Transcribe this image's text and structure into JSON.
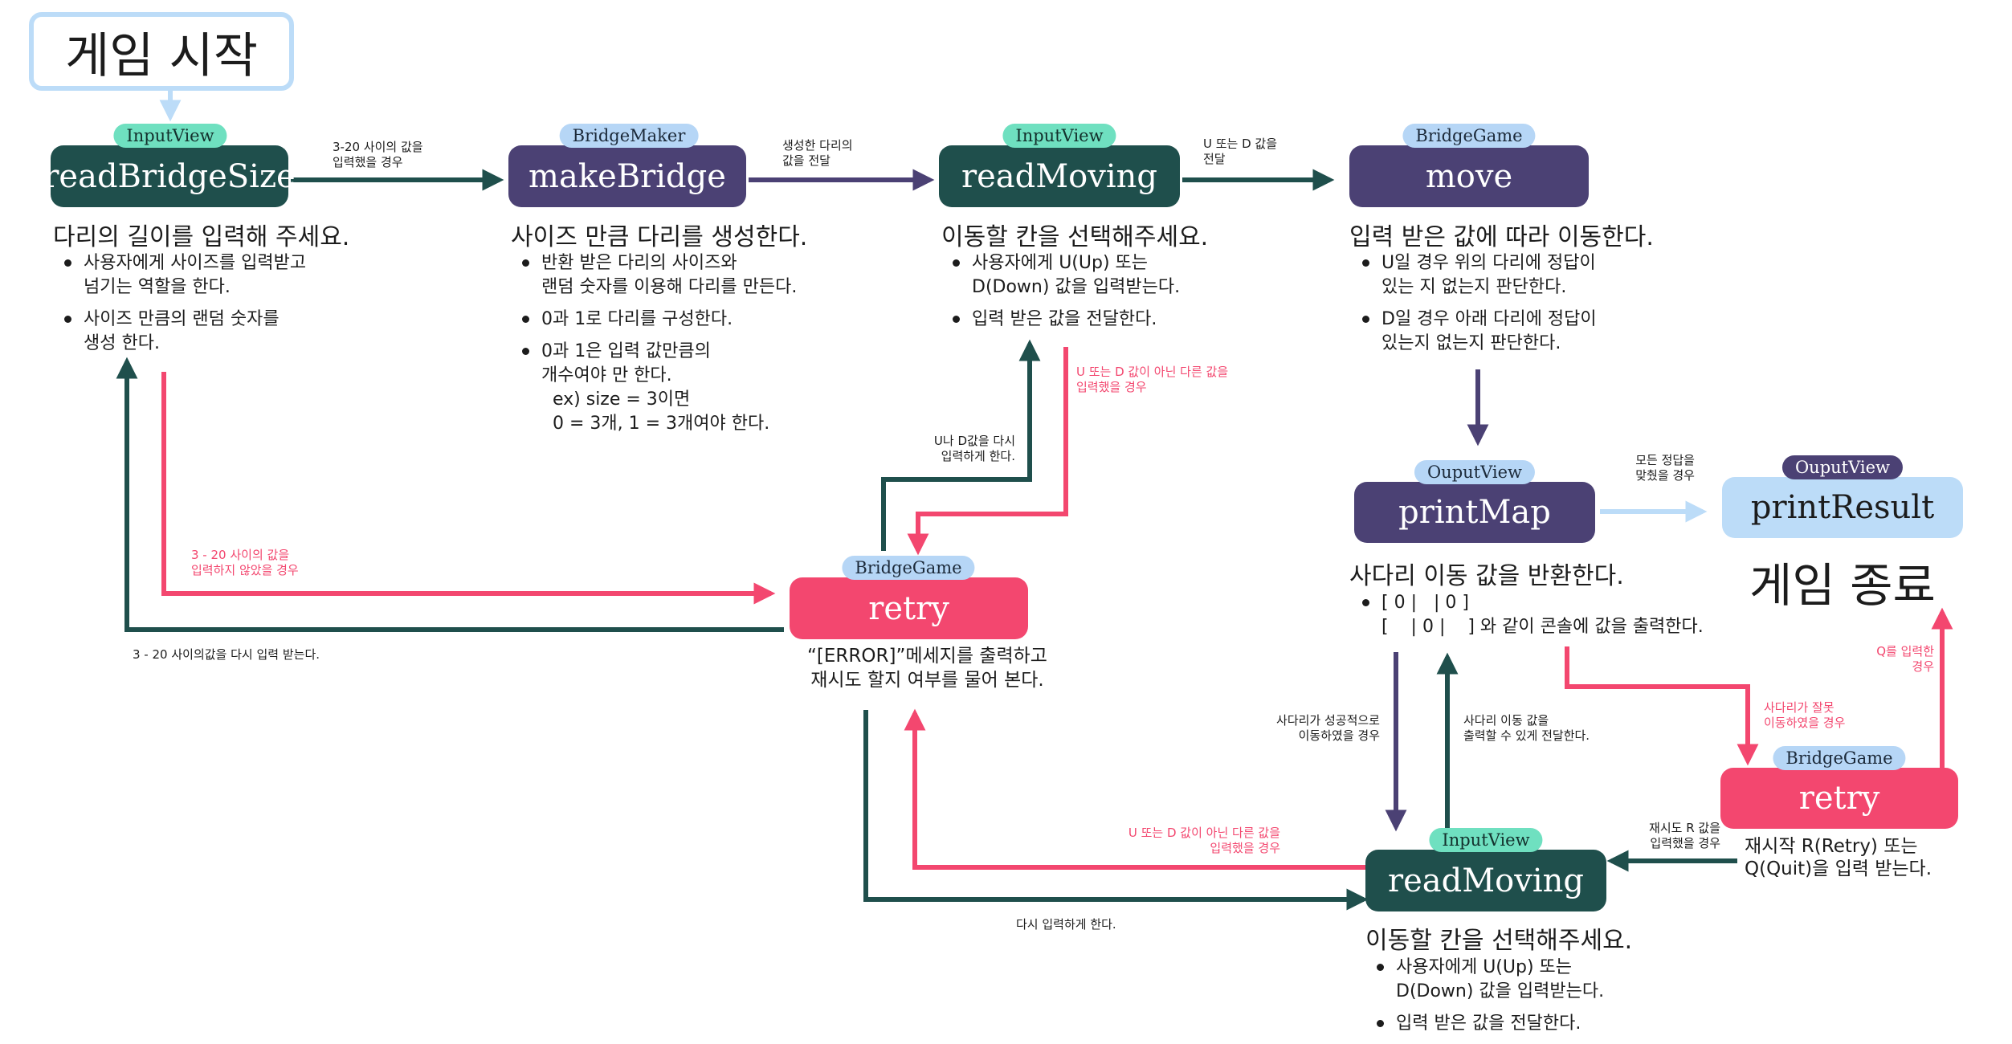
{
  "start_label": "게임 시작",
  "end_label": "게임 종료",
  "nodes": {
    "read_bridge_size": {
      "tag": "InputView",
      "label": "readBridgeSize",
      "desc": "다리의 길이를 입력해 주세요.",
      "bullets": [
        "사용자에게 사이즈를 입력받고\n넘기는 역할을 한다.",
        "사이즈 만큼의 랜덤 숫자를\n생성 한다."
      ]
    },
    "make_bridge": {
      "tag": "BridgeMaker",
      "label": "makeBridge",
      "desc": "사이즈 만큼 다리를 생성한다.",
      "bullets": [
        "반환 받은 다리의 사이즈와\n랜덤 숫자를 이용해 다리를 만든다.",
        "0과 1로 다리를 구성한다.",
        "0과 1은 입력 값만큼의\n개수여야 만 한다.\n  ex) size = 3이면\n  0 = 3개, 1 = 3개여야 한다."
      ]
    },
    "read_moving": {
      "tag": "InputView",
      "label": "readMoving",
      "desc": "이동할 칸을 선택해주세요.",
      "bullets": [
        "사용자에게 U(Up) 또는\nD(Down) 값을 입력받는다.",
        "입력 받은 값을 전달한다."
      ]
    },
    "move": {
      "tag": "BridgeGame",
      "label": "move",
      "desc": "입력 받은 값에 따라 이동한다.",
      "bullets": [
        "U일 경우 위의 다리에 정답이\n있는 지 없는지 판단한다.",
        "D일 경우 아래 다리에 정답이\n있는지 없는지 판단한다."
      ]
    },
    "retry_left": {
      "tag": "BridgeGame",
      "label": "retry",
      "desc": "“[ERROR]”메세지를 출력하고\n재시도 할지 여부를 물어 본다."
    },
    "print_map": {
      "tag": "OuputView",
      "label": "printMap",
      "desc": "사다리 이동 값을 반환한다.",
      "bullets": [
        "[ 0 |   | 0 ]\n[    | 0 |    ] 와 같이 콘솔에 값을 출력한다."
      ]
    },
    "print_result": {
      "tag": "OuputView",
      "label": "printResult"
    },
    "retry_right": {
      "tag": "BridgeGame",
      "label": "retry",
      "desc": "재시작 R(Retry) 또는\nQ(Quit)을 입력 받는다."
    },
    "read_moving_2": {
      "tag": "InputView",
      "label": "readMoving",
      "desc": "이동할 칸을 선택해주세요.",
      "bullets": [
        "사용자에게 U(Up) 또는\nD(Down) 값을 입력받는다.",
        "입력 받은 값을 전달한다."
      ]
    }
  },
  "edge_labels": {
    "size_ok": "3-20 사이의 값을\n입력했을 경우",
    "bridge_made": "생성한 다리의\n값을 전달",
    "ud_pass": "U 또는 D 값을\n전달",
    "size_fail": "3 - 20 사이의 값을\n입력하지 않았을 경우",
    "size_again": "3 - 20 사이의값을 다시 입력 받는다.",
    "ud_again": "U나 D값을 다시\n입력하게 한다.",
    "ud_invalid": "U 또는 D 값이 아닌 다른 값을\n입력했을 경우",
    "all_correct": "모든 정답을\n맞췄을 경우",
    "moved_ok": "사다리가 성공적으로\n이동하였을 경우",
    "pass_map": "사다리 이동 값을\n출력할 수 있게 전달한다.",
    "moved_wrong": "사다리가 잘못\n이동하였을 경우",
    "quit": "Q를 입력한\n경우",
    "retry_r": "재시도 R 값을\n입력했을 경우",
    "ud_invalid_2": "U 또는 D 값이 아닌 다른 값을\n입력했을 경우",
    "input_again": "다시 입력하게 한다."
  },
  "colors": {
    "teal": "#1f4f4c",
    "purple": "#4b4174",
    "pink": "#f3476f",
    "sky": "#bcdcf8",
    "mint": "#6fe0c0"
  }
}
